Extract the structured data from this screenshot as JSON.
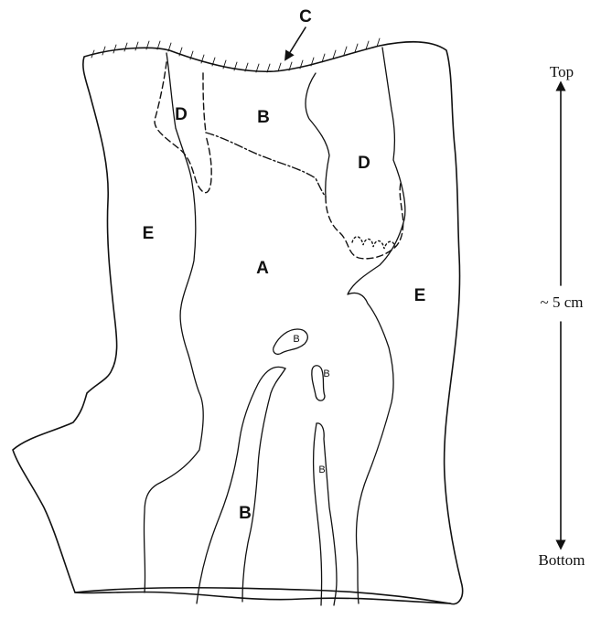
{
  "regions": {
    "a": "A",
    "b_top": "B",
    "b_bottom": "B",
    "b_small_1": "B",
    "b_small_2": "B",
    "b_small_3": "B",
    "c": "C",
    "d_left": "D",
    "d_right": "D",
    "e_left": "E",
    "e_right": "E"
  },
  "scale": {
    "top": "Top",
    "length": "~ 5 cm",
    "bottom": "Bottom"
  }
}
